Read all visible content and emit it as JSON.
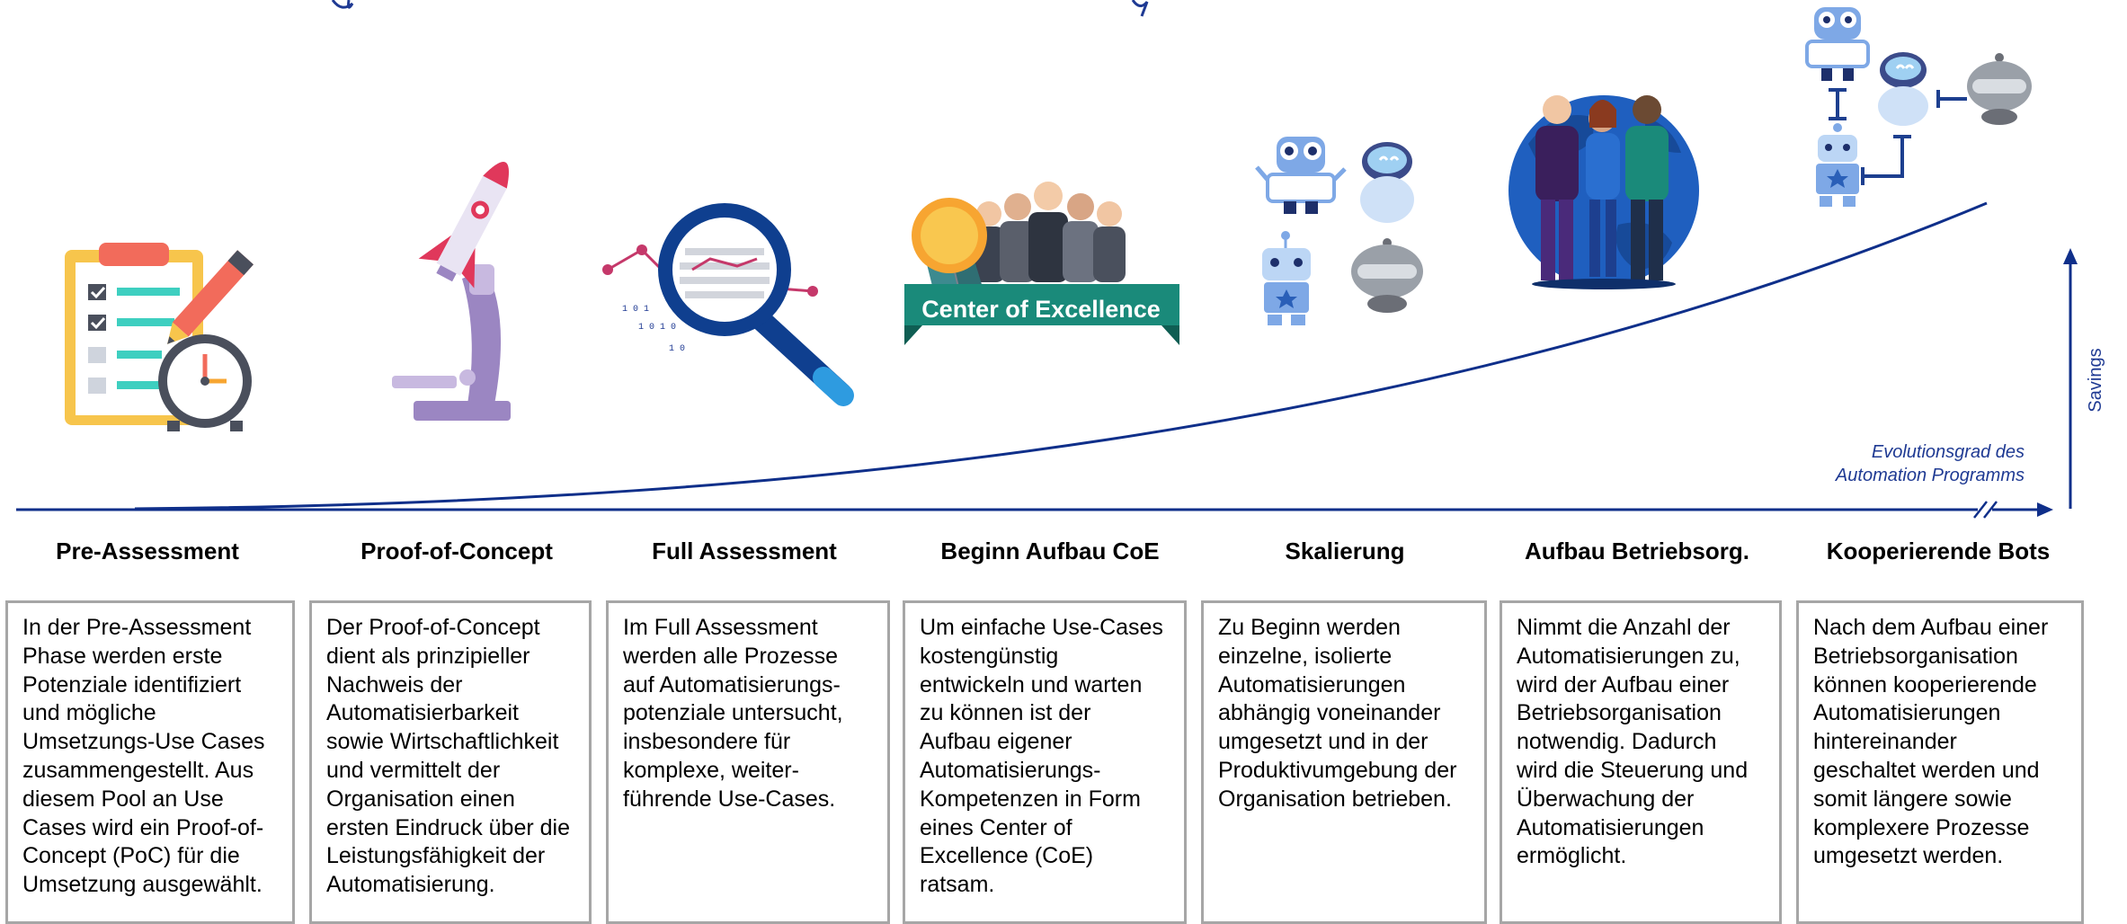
{
  "axis": {
    "x_caption": "Evolutionsgrad des\nAutomation Programms",
    "y_caption": "Savings"
  },
  "colors": {
    "accent_dark_blue": "#0f2f8a",
    "text_blue": "#1f3a93",
    "box_border": "#a6a6a6",
    "coe_banner": "#1a8a7a"
  },
  "icons": {
    "coe_banner_text": "Center of Excellence"
  },
  "phases": [
    {
      "title": "Pre-Assessment",
      "icon": "clipboard-clock-icon",
      "text": "In der Pre-Assessment\nPhase werden erste\nPotenziale identifiziert\nund mögliche\nUmsetzungs-Use Cases\nzusammengestellt. Aus\ndiesem Pool an Use\nCases wird ein Proof-of-\nConcept (PoC) für die\nUmsetzung ausgewählt."
    },
    {
      "title": "Proof-of-Concept",
      "icon": "rocket-microscope-icon",
      "text": "Der Proof-of-Concept\ndient als prinzipieller\nNachweis der\nAutomatisierbarkeit\nsowie Wirtschaftlichkeit\nund vermittelt der\nOrganisation einen\nersten Eindruck über die\nLeistungsfähigkeit der\nAutomatisierung."
    },
    {
      "title": "Full Assessment",
      "icon": "magnifier-data-icon",
      "text": "Im Full Assessment\nwerden alle Prozesse\nauf Automatisierungs-\npotenziale untersucht,\ninsbesondere für\nkomplexe, weiter-\nführende Use-Cases."
    },
    {
      "title": "Beginn Aufbau CoE",
      "icon": "center-of-excellence-icon",
      "text": "Um einfache Use-Cases\nkostengünstig\nentwickeln und warten\nzu können ist der\nAufbau eigener\nAutomatisierungs-\nKompetenzen in Form\neines Center of\nExcellence (CoE)\nratsam."
    },
    {
      "title": "Skalierung",
      "icon": "robots-group-icon",
      "text": "Zu Beginn werden\neinzelne, isolierte\nAutomatisierungen\nabhängig voneinander\numgesetzt und in der\nProduktivumgebung der\nOrganisation betrieben."
    },
    {
      "title": "Aufbau Betriebsorg.",
      "icon": "globe-people-icon",
      "text": "Nimmt die Anzahl der\nAutomatisierungen zu,\nwird der Aufbau einer\nBetriebsorganisation\nnotwendig. Dadurch\nwird die Steuerung und\nÜberwachung der\nAutomatisierungen\nermöglicht."
    },
    {
      "title": "Kooperierende Bots",
      "icon": "connected-robots-icon",
      "text": "Nach dem Aufbau einer\nBetriebsorganisation\nkönnen kooperierende\nAutomatisierungen\nhintereinander\ngeschaltet werden und\nsomit längere sowie\nkomplexere Prozesse\numgesetzt werden."
    }
  ]
}
